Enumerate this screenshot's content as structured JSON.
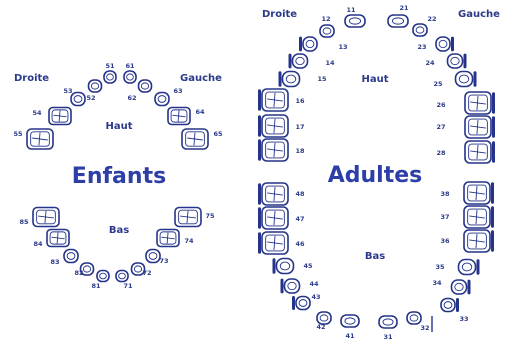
{
  "children": {
    "title": "Enfants",
    "right_label": "Droite",
    "left_label": "Gauche",
    "upper": {
      "label": "Haut",
      "teeth": [
        "55",
        "54",
        "53",
        "52",
        "51",
        "61",
        "62",
        "63",
        "64",
        "65"
      ]
    },
    "lower": {
      "label": "Bas",
      "teeth": [
        "85",
        "84",
        "83",
        "82",
        "81",
        "71",
        "72",
        "73",
        "74",
        "75"
      ]
    }
  },
  "adults": {
    "title": "Adultes",
    "right_label": "Droite",
    "left_label": "Gauche",
    "upper": {
      "label": "Haut",
      "teeth": [
        "18",
        "17",
        "16",
        "15",
        "14",
        "13",
        "12",
        "11",
        "21",
        "22",
        "23",
        "24",
        "25",
        "26",
        "27",
        "28"
      ]
    },
    "lower": {
      "label": "Bas",
      "teeth": [
        "48",
        "47",
        "46",
        "45",
        "44",
        "43",
        "42",
        "41",
        "31",
        "32",
        "33",
        "34",
        "35",
        "36",
        "37",
        "38"
      ]
    }
  },
  "colors": {
    "ink": "#25348a",
    "title": "#2d3fa6"
  }
}
